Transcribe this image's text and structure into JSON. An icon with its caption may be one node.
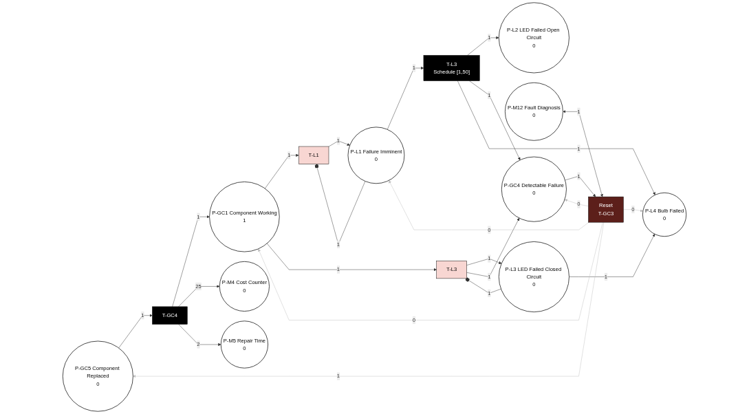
{
  "diagram": {
    "nodes": [
      {
        "text": [
          "P-M4 Cost Counter",
          "0"
        ]
      },
      {
        "text": [
          "P-M5 Repair Time",
          "0"
        ]
      },
      {
        "text": [
          "P-GC5 Component Replaced",
          "0"
        ]
      },
      {
        "text": [
          "T-GC4"
        ]
      },
      {
        "text": [
          "P-GC1 Component Working",
          "1"
        ]
      },
      {
        "text": [
          "T-L1"
        ]
      },
      {
        "text": [
          "P-L1 Failure Imminent",
          "0"
        ]
      },
      {
        "text": [
          "T-L3",
          "Schedule [1,50]"
        ]
      },
      {
        "text": [
          "P-L2 LED Failed Open Circuit",
          "0"
        ]
      },
      {
        "text": [
          "P-M12 Fault Diagnosis",
          "0"
        ]
      },
      {
        "text": [
          "Reset",
          "T-GC3"
        ]
      },
      {
        "text": [
          "P-GC4 Detectable Failure",
          "0"
        ]
      },
      {
        "text": [
          "P-L3 LED Failed Closed Circuit",
          "0"
        ]
      },
      {
        "text": [
          "T-L3"
        ]
      },
      {
        "text": [
          "P-L4 Bulb Failed",
          "0"
        ]
      }
    ],
    "edges": [
      {
        "from": 2,
        "to": 3,
        "arrow": "to",
        "label": "1"
      },
      {
        "from": 3,
        "to": 4,
        "arrow": "to",
        "label": "1"
      },
      {
        "from": 3,
        "to": 0,
        "arrow": "to",
        "label": "25"
      },
      {
        "from": 3,
        "to": 1,
        "arrow": "to",
        "label": "2"
      },
      {
        "from": 4,
        "to": 5,
        "arrow": "to",
        "label": "1"
      },
      {
        "from": 5,
        "to": 6,
        "arrow": "to",
        "label": "1"
      },
      {
        "from": 6,
        "to": 5,
        "arrow": "other",
        "label": "1"
      },
      {
        "from": 6,
        "to": 7,
        "arrow": "to",
        "label": "1"
      },
      {
        "from": 7,
        "to": 8,
        "arrow": "to",
        "label": "1"
      },
      {
        "from": 7,
        "to": 11,
        "arrow": "to",
        "label": "1"
      },
      {
        "from": 7,
        "to": 14,
        "arrow": "to",
        "label": "1"
      },
      {
        "from": 4,
        "to": 13,
        "arrow": "to",
        "label": "1"
      },
      {
        "from": 13,
        "to": 12,
        "arrow": "to",
        "label": "1"
      },
      {
        "from": 12,
        "to": 13,
        "arrow": "other",
        "label": "1"
      },
      {
        "from": 13,
        "to": 11,
        "arrow": "to",
        "label": "1"
      },
      {
        "from": 12,
        "to": 14,
        "arrow": "to",
        "label": "1"
      },
      {
        "from": 11,
        "to": 10,
        "arrow": "to",
        "label": "1"
      },
      {
        "from": 9,
        "to": 10,
        "arrow": "both",
        "label": "1"
      },
      {
        "from": 10,
        "to": 2,
        "arrow": "to",
        "label": "1",
        "color": "#bfbfbf"
      },
      {
        "from": 10,
        "to": 4,
        "arrow": "to",
        "label": "0",
        "color": "#bfbfbf"
      },
      {
        "from": 10,
        "to": 6,
        "arrow": "to",
        "label": "0",
        "color": "#bfbfbf"
      },
      {
        "from": 10,
        "to": 11,
        "arrow": "to",
        "label": "0",
        "color": "#bfbfbf"
      },
      {
        "from": 10,
        "to": 14,
        "arrow": "to",
        "label": "0",
        "color": "#bfbfbf"
      }
    ]
  }
}
